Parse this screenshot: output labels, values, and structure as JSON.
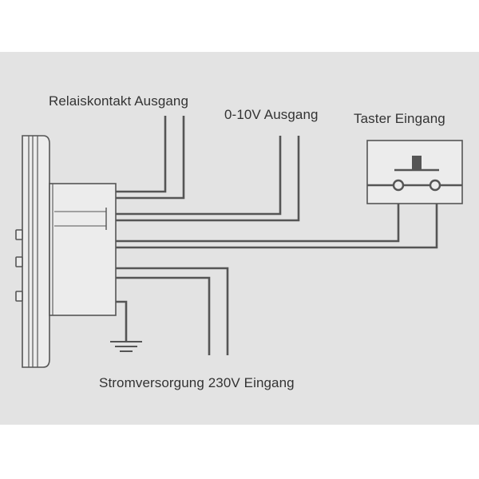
{
  "diagram": {
    "labels": {
      "relay_output": "Relaiskontakt Ausgang",
      "analog_output": "0-10V Ausgang",
      "button_input": "Taster Eingang",
      "power_input": "Stromversorgung 230V Eingang"
    },
    "colors": {
      "background": "#e3e3e3",
      "line": "#555555",
      "device_fill": "#ececec",
      "text": "#333333"
    }
  }
}
